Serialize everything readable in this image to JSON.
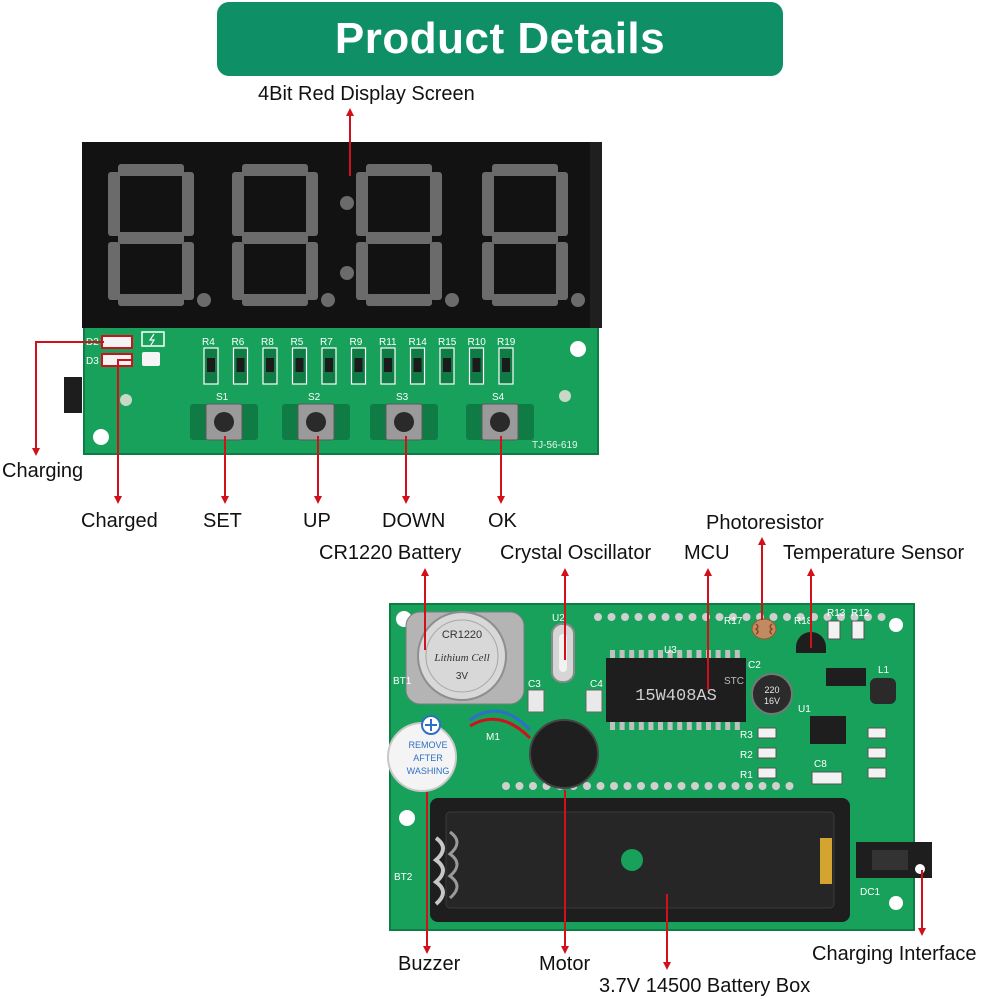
{
  "header": {
    "title": "Product Details"
  },
  "top_board": {
    "display_label": "4Bit Red Display Screen",
    "board_text": "TJ-56-619",
    "resistors": [
      "R4",
      "R6",
      "R8",
      "R5",
      "R7",
      "R9",
      "R11",
      "R14",
      "R15",
      "R10",
      "R19"
    ],
    "switches": [
      "S1",
      "S2",
      "S3",
      "S4"
    ],
    "leds": [
      "D2",
      "D3"
    ],
    "callouts": {
      "charging": "Charging",
      "charged": "Charged",
      "set": "SET",
      "up": "UP",
      "down": "DOWN",
      "ok": "OK"
    }
  },
  "bottom_board": {
    "silkscreen": {
      "bt1": "BT1",
      "bt2": "BT2",
      "u2": "U2",
      "u3": "U3",
      "c2": "C2",
      "c3": "C3",
      "c4": "C4",
      "r17": "R17",
      "r18": "R18",
      "r13": "R13",
      "r12": "R12",
      "l1": "L1",
      "u1": "U1",
      "r1": "R1",
      "r2": "R2",
      "r3": "R3",
      "c8": "C8",
      "m1": "M1",
      "dc1": "DC1"
    },
    "chip_text": "15W408AS",
    "chip_brand": "STC",
    "coin_cell_text": [
      "CR1220",
      "Lithium Cell",
      "3V"
    ],
    "capacitor_text": [
      "220",
      "16V"
    ],
    "buzzer_sticker": [
      "REMOVE",
      "AFTER",
      "WASHING"
    ],
    "callouts": {
      "cr1220": "CR1220 Battery",
      "crystal": "Crystal Oscillator",
      "mcu": "MCU",
      "photoresistor": "Photoresistor",
      "temp_sensor": "Temperature Sensor",
      "buzzer": "Buzzer",
      "motor": "Motor",
      "battery_box": "3.7V 14500 Battery Box",
      "charging_interface": "Charging Interface"
    }
  },
  "colors": {
    "banner": "#0e8f66",
    "pcb": "#17a15b",
    "pcb_dark": "#0f7c45",
    "arrow": "#d0101b",
    "display": "#111111",
    "segment": "#6b6b6b"
  }
}
